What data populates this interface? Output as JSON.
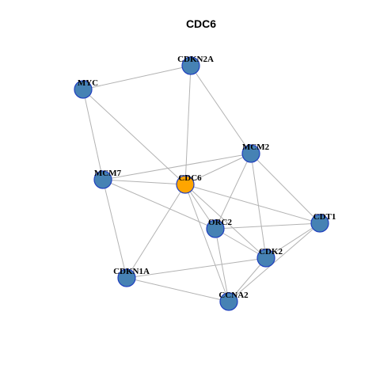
{
  "title": "CDC6",
  "colors": {
    "hub": "#FFA500",
    "node": "#4682B4",
    "node_border": "#1F3FBF",
    "edge": "#B3B3B3"
  },
  "nodes": [
    {
      "id": "CDKN2A",
      "label": "CDKN2A",
      "hub": false
    },
    {
      "id": "MYC",
      "label": "MYC",
      "hub": false
    },
    {
      "id": "MCM2",
      "label": "MCM2",
      "hub": false
    },
    {
      "id": "MCM7",
      "label": "MCM7",
      "hub": false
    },
    {
      "id": "CDC6",
      "label": "CDC6",
      "hub": true
    },
    {
      "id": "CDT1",
      "label": "CDT1",
      "hub": false
    },
    {
      "id": "ORC2",
      "label": "ORC2",
      "hub": false
    },
    {
      "id": "CDK2",
      "label": "CDK2",
      "hub": false
    },
    {
      "id": "CDKN1A",
      "label": "CDKN1A",
      "hub": false
    },
    {
      "id": "CCNA2",
      "label": "CCNA2",
      "hub": false
    }
  ],
  "edges": [
    [
      "MYC",
      "CDKN2A"
    ],
    [
      "MYC",
      "MCM7"
    ],
    [
      "MYC",
      "CDC6"
    ],
    [
      "CDKN2A",
      "CDC6"
    ],
    [
      "CDKN2A",
      "MCM2"
    ],
    [
      "MCM2",
      "MCM7"
    ],
    [
      "MCM2",
      "CDC6"
    ],
    [
      "MCM2",
      "ORC2"
    ],
    [
      "MCM2",
      "CDT1"
    ],
    [
      "MCM2",
      "CDK2"
    ],
    [
      "MCM7",
      "CDC6"
    ],
    [
      "MCM7",
      "ORC2"
    ],
    [
      "MCM7",
      "CDKN1A"
    ],
    [
      "CDC6",
      "ORC2"
    ],
    [
      "CDC6",
      "CDT1"
    ],
    [
      "CDC6",
      "CDK2"
    ],
    [
      "CDC6",
      "CCNA2"
    ],
    [
      "CDC6",
      "CDKN1A"
    ],
    [
      "ORC2",
      "CDT1"
    ],
    [
      "ORC2",
      "CDK2"
    ],
    [
      "ORC2",
      "CCNA2"
    ],
    [
      "CDT1",
      "CDK2"
    ],
    [
      "CDT1",
      "CCNA2"
    ],
    [
      "CDK2",
      "CCNA2"
    ],
    [
      "CDK2",
      "CDKN1A"
    ],
    [
      "CDKN1A",
      "CCNA2"
    ]
  ]
}
